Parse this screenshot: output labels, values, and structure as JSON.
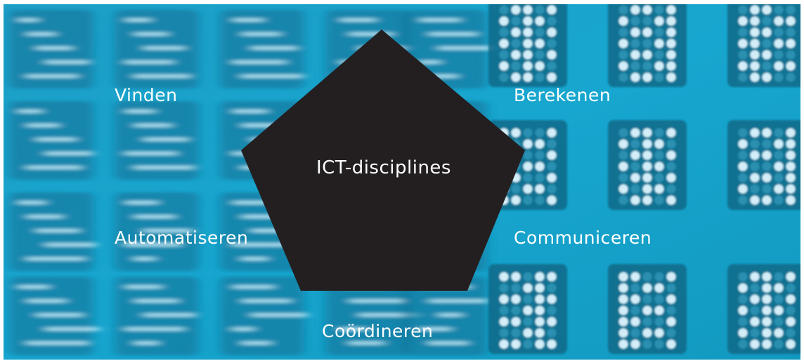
{
  "diagram": {
    "center": "ICT-disciplines",
    "disciplines": [
      "Vinden",
      "Berekenen",
      "Automatiseren",
      "Communiceren",
      "Coördineren"
    ]
  },
  "colors": {
    "background": "#1aa2c8",
    "pentagon": "#231f20",
    "text": "#ffffff",
    "led": "#dff6ff"
  }
}
